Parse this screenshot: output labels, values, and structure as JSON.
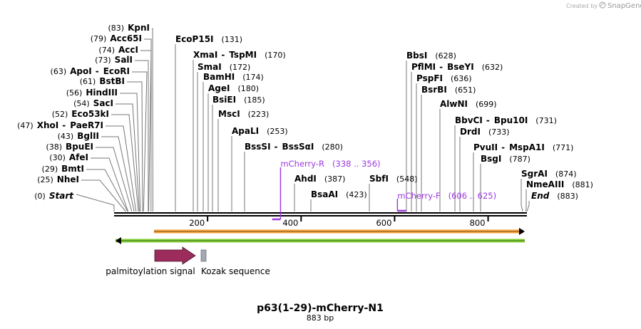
{
  "brand": {
    "prefix": "Created by",
    "name": "SnapGene"
  },
  "map": {
    "title": "p63(1-29)-mCherry-N1",
    "length_label": "883 bp",
    "length_bp": 883
  },
  "enzymes": [
    {
      "name": "Start",
      "pos": "(0)",
      "bp": 0,
      "italic": true
    },
    {
      "name": "NheI",
      "pos": "(25)",
      "bp": 25
    },
    {
      "name": "BmtI",
      "pos": "(29)",
      "bp": 29
    },
    {
      "name": "AfeI",
      "pos": "(30)",
      "bp": 30
    },
    {
      "name": "BpuEI",
      "pos": "(38)",
      "bp": 38
    },
    {
      "name": "BglII",
      "pos": "(43)",
      "bp": 43
    },
    {
      "name": "XhoI",
      "pos": "(47)",
      "bp": 47,
      "partner": "PaeR7I"
    },
    {
      "name": "Eco53kI",
      "pos": "(52)",
      "bp": 52
    },
    {
      "name": "SacI",
      "pos": "(54)",
      "bp": 54
    },
    {
      "name": "HindIII",
      "pos": "(56)",
      "bp": 56
    },
    {
      "name": "BstBI",
      "pos": "(61)",
      "bp": 61
    },
    {
      "name": "ApoI",
      "pos": "(63)",
      "bp": 63,
      "partner": "EcoRI"
    },
    {
      "name": "SalI",
      "pos": "(73)",
      "bp": 73
    },
    {
      "name": "AccI",
      "pos": "(74)",
      "bp": 74
    },
    {
      "name": "Acc65I",
      "pos": "(79)",
      "bp": 79
    },
    {
      "name": "KpnI",
      "pos": "(83)",
      "bp": 83
    },
    {
      "name": "EcoP15I",
      "pos": "(131)",
      "bp": 131
    },
    {
      "name": "XmaI",
      "pos": "(170)",
      "bp": 170,
      "partner": "TspMI"
    },
    {
      "name": "SmaI",
      "pos": "(172)",
      "bp": 172
    },
    {
      "name": "BamHI",
      "pos": "(174)",
      "bp": 174
    },
    {
      "name": "AgeI",
      "pos": "(180)",
      "bp": 180
    },
    {
      "name": "BsiEI",
      "pos": "(185)",
      "bp": 185
    },
    {
      "name": "MscI",
      "pos": "(223)",
      "bp": 223
    },
    {
      "name": "ApaLI",
      "pos": "(253)",
      "bp": 253
    },
    {
      "name": "BssSI",
      "pos": "(280)",
      "bp": 280,
      "partner": "BssSαI"
    },
    {
      "name": "AhdI",
      "pos": "(387)",
      "bp": 387
    },
    {
      "name": "BsaAI",
      "pos": "(423)",
      "bp": 423
    },
    {
      "name": "SbfI",
      "pos": "(548)",
      "bp": 548
    },
    {
      "name": "BbsI",
      "pos": "(628)",
      "bp": 628
    },
    {
      "name": "PflMI",
      "pos": "(632)",
      "bp": 632,
      "partner": "BseYI"
    },
    {
      "name": "PspFI",
      "pos": "(636)",
      "bp": 636
    },
    {
      "name": "BsrBI",
      "pos": "(651)",
      "bp": 651
    },
    {
      "name": "AlwNI",
      "pos": "(699)",
      "bp": 699
    },
    {
      "name": "BbvCI",
      "pos": "(731)",
      "bp": 731,
      "partner": "Bpu10I"
    },
    {
      "name": "DrdI",
      "pos": "(733)",
      "bp": 733
    },
    {
      "name": "PvuII",
      "pos": "(771)",
      "bp": 771,
      "partner": "MspA1I"
    },
    {
      "name": "BsgI",
      "pos": "(787)",
      "bp": 787
    },
    {
      "name": "SgrAI",
      "pos": "(874)",
      "bp": 874
    },
    {
      "name": "NmeAIII",
      "pos": "(881)",
      "bp": 881
    },
    {
      "name": "End",
      "pos": "(883)",
      "bp": 883,
      "italic": true
    }
  ],
  "primers": [
    {
      "name": "mCherry-R",
      "range": "(338 .. 356)",
      "start": 338,
      "end": 356,
      "direction": "reverse"
    },
    {
      "name": "mCherry-F",
      "range": "(606 .. 625)",
      "start": 606,
      "end": 625,
      "direction": "forward"
    }
  ],
  "ticks": [
    {
      "bp": 200,
      "label": "200"
    },
    {
      "bp": 400,
      "label": "400"
    },
    {
      "bp": 600,
      "label": "600"
    },
    {
      "bp": 800,
      "label": "800"
    }
  ],
  "features": [
    {
      "name": "palmitoylation signal",
      "start": 87,
      "end": 173,
      "color": "#9b2c5c",
      "shape": "arrow-right"
    },
    {
      "name": "Kozak sequence",
      "start": 185,
      "end": 195,
      "color": "#a3a8b8",
      "shape": "box"
    },
    {
      "name": "orange-ORF",
      "start": 87,
      "end": 883,
      "color": "#f7a23c",
      "shape": "orf-right"
    },
    {
      "name": "green-ORF",
      "start": 0,
      "end": 883,
      "color": "#86d23a",
      "shape": "orf-both"
    }
  ],
  "colors": {
    "primer": "#9b37e0",
    "backbone": "#000000",
    "connector": "#777777"
  }
}
